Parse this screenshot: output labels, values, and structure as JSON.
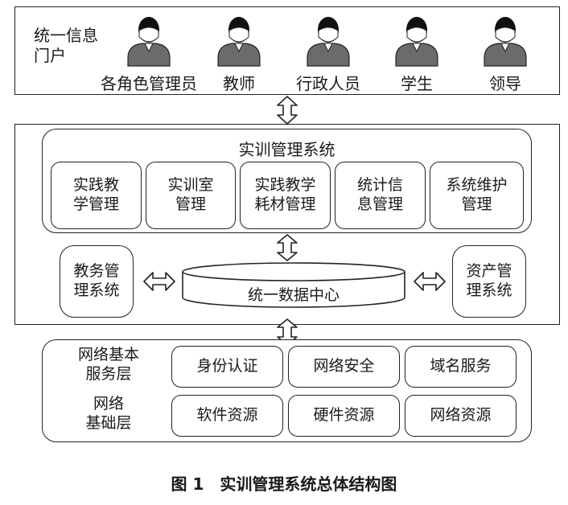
{
  "portal": {
    "title": "统一信息\n门户",
    "roles": [
      {
        "icon": "person-icon",
        "label": "各角色管理员"
      },
      {
        "icon": "person-icon",
        "label": "教师"
      },
      {
        "icon": "person-icon",
        "label": "行政人员"
      },
      {
        "icon": "person-icon",
        "label": "学生"
      },
      {
        "icon": "person-icon",
        "label": "领导"
      }
    ]
  },
  "system": {
    "title": "实训管理系统",
    "modules": [
      "实践教\n学管理",
      "实训室\n管理",
      "实践教学\n耗材管理",
      "统计信\n息管理",
      "系统维护\n管理"
    ],
    "data_center": "统一数据中心",
    "left_system": "教务管\n理系统",
    "right_system": "资产管\n理系统"
  },
  "infrastructure": {
    "service_layer": "网络基本\n服务层",
    "base_layer": "网络\n基础层",
    "services": [
      "身份认证",
      "网络安全",
      "域名服务"
    ],
    "resources": [
      "软件资源",
      "硬件资源",
      "网络资源"
    ]
  },
  "caption": "图 1　实训管理系统总体结构图",
  "colors": {
    "stroke": "#222222",
    "person_fill": "#6b6b6b",
    "person_head": "#111111"
  }
}
